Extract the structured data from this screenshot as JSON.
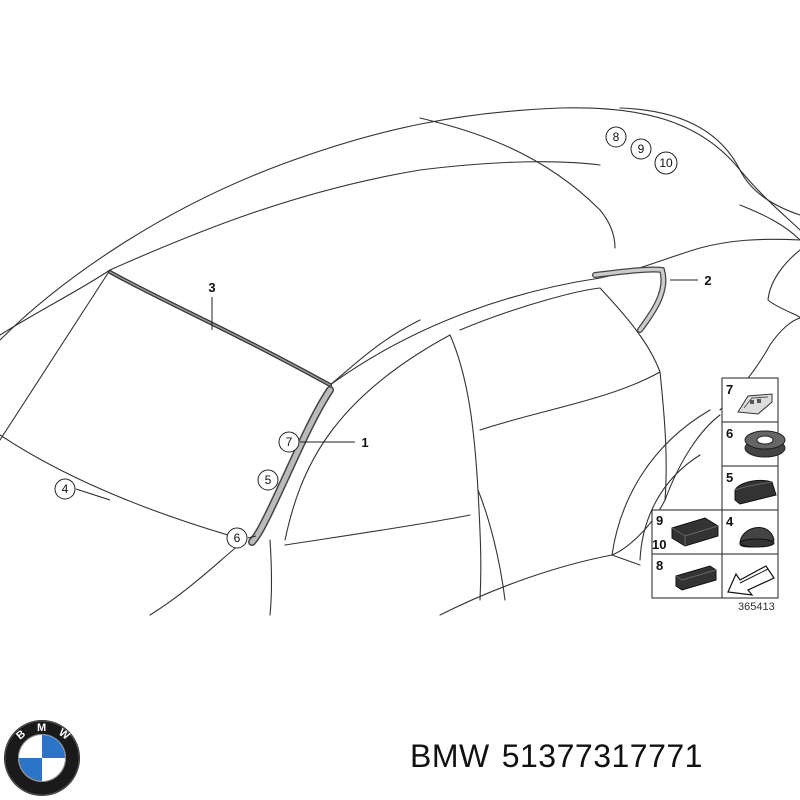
{
  "diagram": {
    "callouts": [
      {
        "id": "c1",
        "text": "1"
      },
      {
        "id": "c2",
        "text": "2"
      },
      {
        "id": "c3",
        "text": "3"
      },
      {
        "id": "c4",
        "text": "4"
      },
      {
        "id": "c5",
        "text": "5"
      },
      {
        "id": "c6",
        "text": "6"
      },
      {
        "id": "c7",
        "text": "7"
      },
      {
        "id": "c8",
        "text": "8"
      },
      {
        "id": "c9",
        "text": "9"
      },
      {
        "id": "c10",
        "text": "10"
      }
    ],
    "legend": {
      "p7": "7",
      "p6": "6",
      "p5": "5",
      "p9": "9",
      "p10": "10",
      "p4": "4",
      "p8": "8"
    },
    "figure_number": "365413"
  },
  "logo": {
    "brand_letters": [
      "B",
      "M",
      "W"
    ],
    "colors": {
      "ring": "#1a1a1a",
      "blue": "#2b74c7",
      "white": "#ffffff"
    }
  },
  "caption": {
    "brand": "BMW",
    "part_number": "51377317771"
  }
}
